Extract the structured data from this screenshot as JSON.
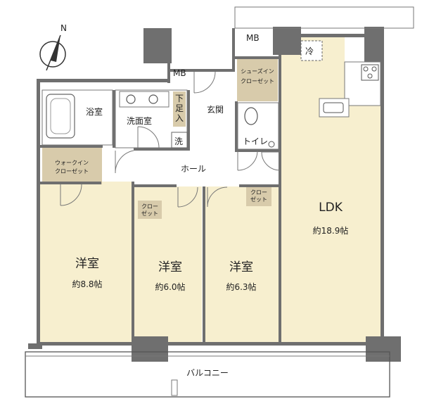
{
  "compass": {
    "letter": "N",
    "icon": "north-arrow-icon"
  },
  "rooms": {
    "ldk": {
      "name": "LDK",
      "area": "約18.9帖"
    },
    "western1": {
      "name": "洋室",
      "area": "約8.8帖"
    },
    "western2": {
      "name": "洋室",
      "area": "約6.0帖"
    },
    "western3": {
      "name": "洋室",
      "area": "約6.3帖"
    },
    "bath": "浴室",
    "washroom": "洗面室",
    "getabako": [
      "下",
      "足",
      "入"
    ],
    "entrance": "玄関",
    "toilet": "トイレ",
    "hall": "ホール",
    "balcony": "バルコニー",
    "walkin": [
      "ウォークイン",
      "クローゼット"
    ],
    "shoe_closet": [
      "シューズイン",
      "クローゼット"
    ],
    "closet_small": [
      "クロー",
      "ゼット"
    ],
    "mb": "MB",
    "washer": "洗",
    "fridge": "冷"
  },
  "colors": {
    "room_fill": "#f7efcf",
    "storage_fill": "#d8cbab",
    "wall": "#6f6f6f",
    "wet_fill": "#ffffff"
  }
}
